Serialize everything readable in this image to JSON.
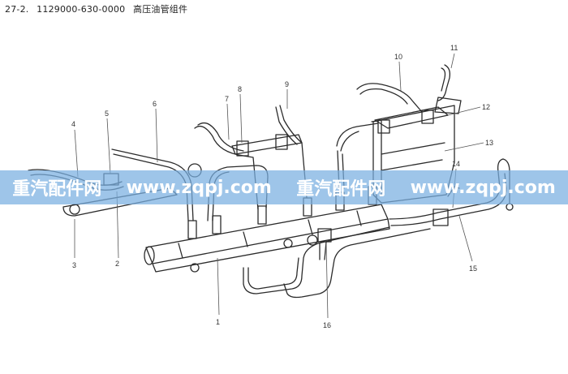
{
  "caption": {
    "figure_no": "27-2.",
    "part_no": "1129000-630-0000",
    "title": "高压油管组件"
  },
  "callouts": [
    "1",
    "2",
    "3",
    "4",
    "5",
    "6",
    "7",
    "8",
    "9",
    "10",
    "11",
    "12",
    "13",
    "14",
    "15",
    "16"
  ],
  "watermark": {
    "brand": "重汽配件网",
    "url": "www.zqpj.com"
  },
  "colors": {
    "line": "#2b2b2b",
    "banner": "#78afe1"
  }
}
